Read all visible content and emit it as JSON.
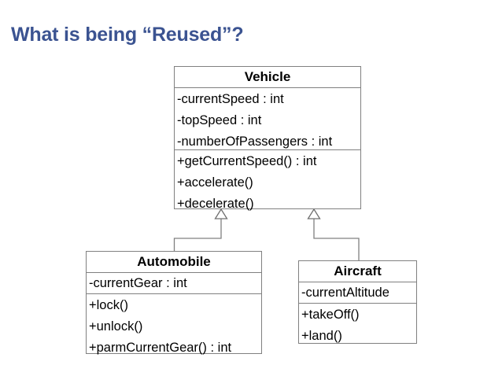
{
  "slide": {
    "title": "What is being “Reused”?",
    "title_color": "#3b5391",
    "background_color": "#ffffff"
  },
  "diagram": {
    "type": "uml-class-diagram",
    "line_color": "#808080",
    "text_color": "#000000",
    "classes": [
      {
        "id": "vehicle",
        "name": "Vehicle",
        "attributes": [
          "-currentSpeed : int",
          "-topSpeed : int",
          "-numberOfPassengers : int"
        ],
        "operations": [
          "+getCurrentSpeed() : int",
          "+accelerate()",
          "+decelerate()"
        ]
      },
      {
        "id": "automobile",
        "name": "Automobile",
        "attributes": [
          "-currentGear : int"
        ],
        "operations": [
          "+lock()",
          "+unlock()",
          "+parmCurrentGear() : int"
        ]
      },
      {
        "id": "aircraft",
        "name": "Aircraft",
        "attributes": [
          "-currentAltitude"
        ],
        "operations": [
          "+takeOff()",
          "+land()"
        ]
      }
    ],
    "relationships": [
      {
        "id": "automobile-to-vehicle",
        "type": "generalization",
        "from": "Automobile",
        "to": "Vehicle"
      },
      {
        "id": "aircraft-to-vehicle",
        "type": "generalization",
        "from": "Aircraft",
        "to": "Vehicle"
      }
    ]
  }
}
